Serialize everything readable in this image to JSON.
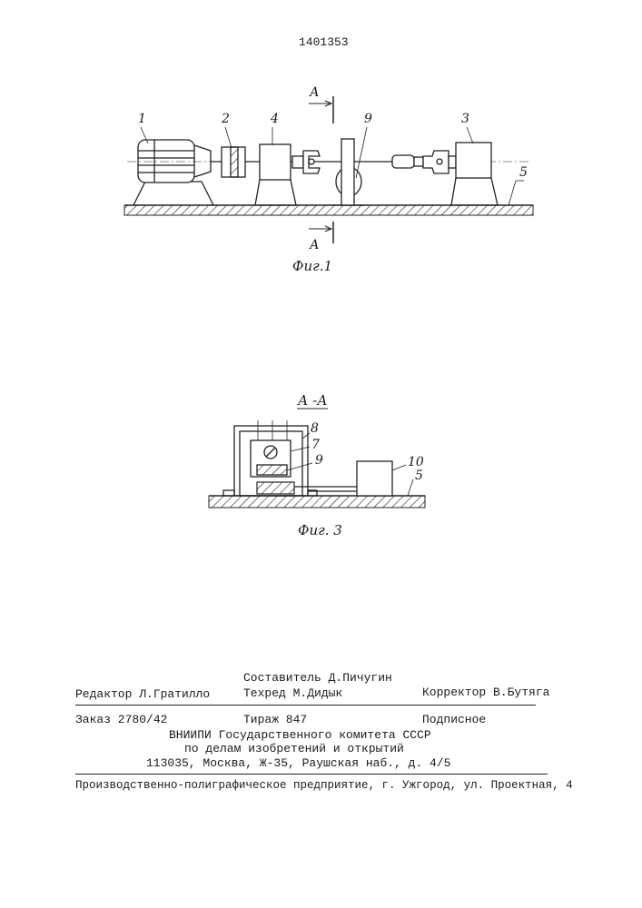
{
  "patent_number": "1401353",
  "figure1": {
    "caption": "Фиг.1",
    "section_label_top": "А",
    "section_label_bottom": "А",
    "callouts": [
      "1",
      "2",
      "4",
      "9",
      "3",
      "5"
    ]
  },
  "figure3": {
    "caption": "Фиг. 3",
    "section_title": "А -А",
    "callouts": [
      "8",
      "7",
      "9",
      "10",
      "5"
    ]
  },
  "footer": {
    "compiler": "Составитель Д.Пичугин",
    "editor": "Редактор Л.Гратилло",
    "techred": "Техред М.Дидык",
    "corrector": "Корректор В.Бутяга",
    "order": "Заказ 2780/42",
    "circulation": "Тираж 847",
    "subscription": "Подписное",
    "org_line1": "ВНИИПИ Государственного комитета СССР",
    "org_line2": "по делам изобретений и открытий",
    "org_address": "113035, Москва, Ж-35, Раушская наб., д. 4/5",
    "printer": "Производственно-полиграфическое предприятие, г. Ужгород, ул. Проектная, 4"
  }
}
